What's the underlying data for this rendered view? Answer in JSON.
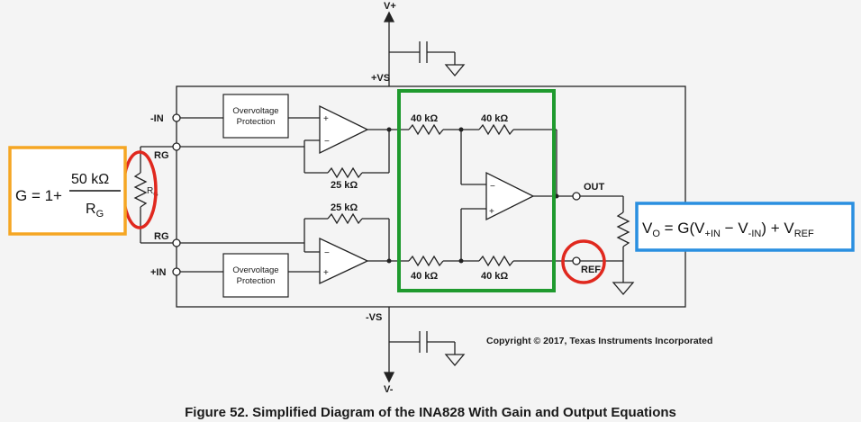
{
  "supply": {
    "vplus": "V+",
    "vminus": "V-",
    "plus_vs": "+VS",
    "minus_vs": "-VS"
  },
  "pins": {
    "minus_in": "-IN",
    "plus_in": "+IN",
    "rg_top": "RG",
    "rg_bottom": "RG",
    "out": "OUT",
    "ref": "REF"
  },
  "blocks": {
    "ovp_top_line1": "Overvoltage",
    "ovp_top_line2": "Protection",
    "ovp_bottom_line1": "Overvoltage",
    "ovp_bottom_line2": "Protection"
  },
  "resistors": {
    "r25_top": "25 kΩ",
    "r25_bottom": "25 kΩ",
    "r40_top_left": "40 kΩ",
    "r40_top_right": "40 kΩ",
    "r40_bottom_left": "40 kΩ",
    "r40_bottom_right": "40 kΩ",
    "rg_symbol": "R",
    "rg_sub": "G"
  },
  "gain_equation": {
    "lhs": "G = 1+",
    "numerator": "50 kΩ",
    "denominator": "R",
    "denominator_sub": "G"
  },
  "output_equation": {
    "vo": "V",
    "vo_sub": "O",
    "eq": " = G(V",
    "sub_plus": "+IN",
    "minus": " − V",
    "sub_minus": "-IN",
    "plus_ref": ") + V",
    "sub_ref": "REF"
  },
  "copyright": "Copyright © 2017, Texas Instruments Incorporated",
  "caption": "Figure 52.  Simplified Diagram of the INA828 With Gain and Output Equations",
  "colors": {
    "gain_box": "#f5a623",
    "highlight_circle": "#e0281e",
    "diff_amp_box": "#1f9a2e",
    "output_eq_box": "#2a8fe0"
  }
}
